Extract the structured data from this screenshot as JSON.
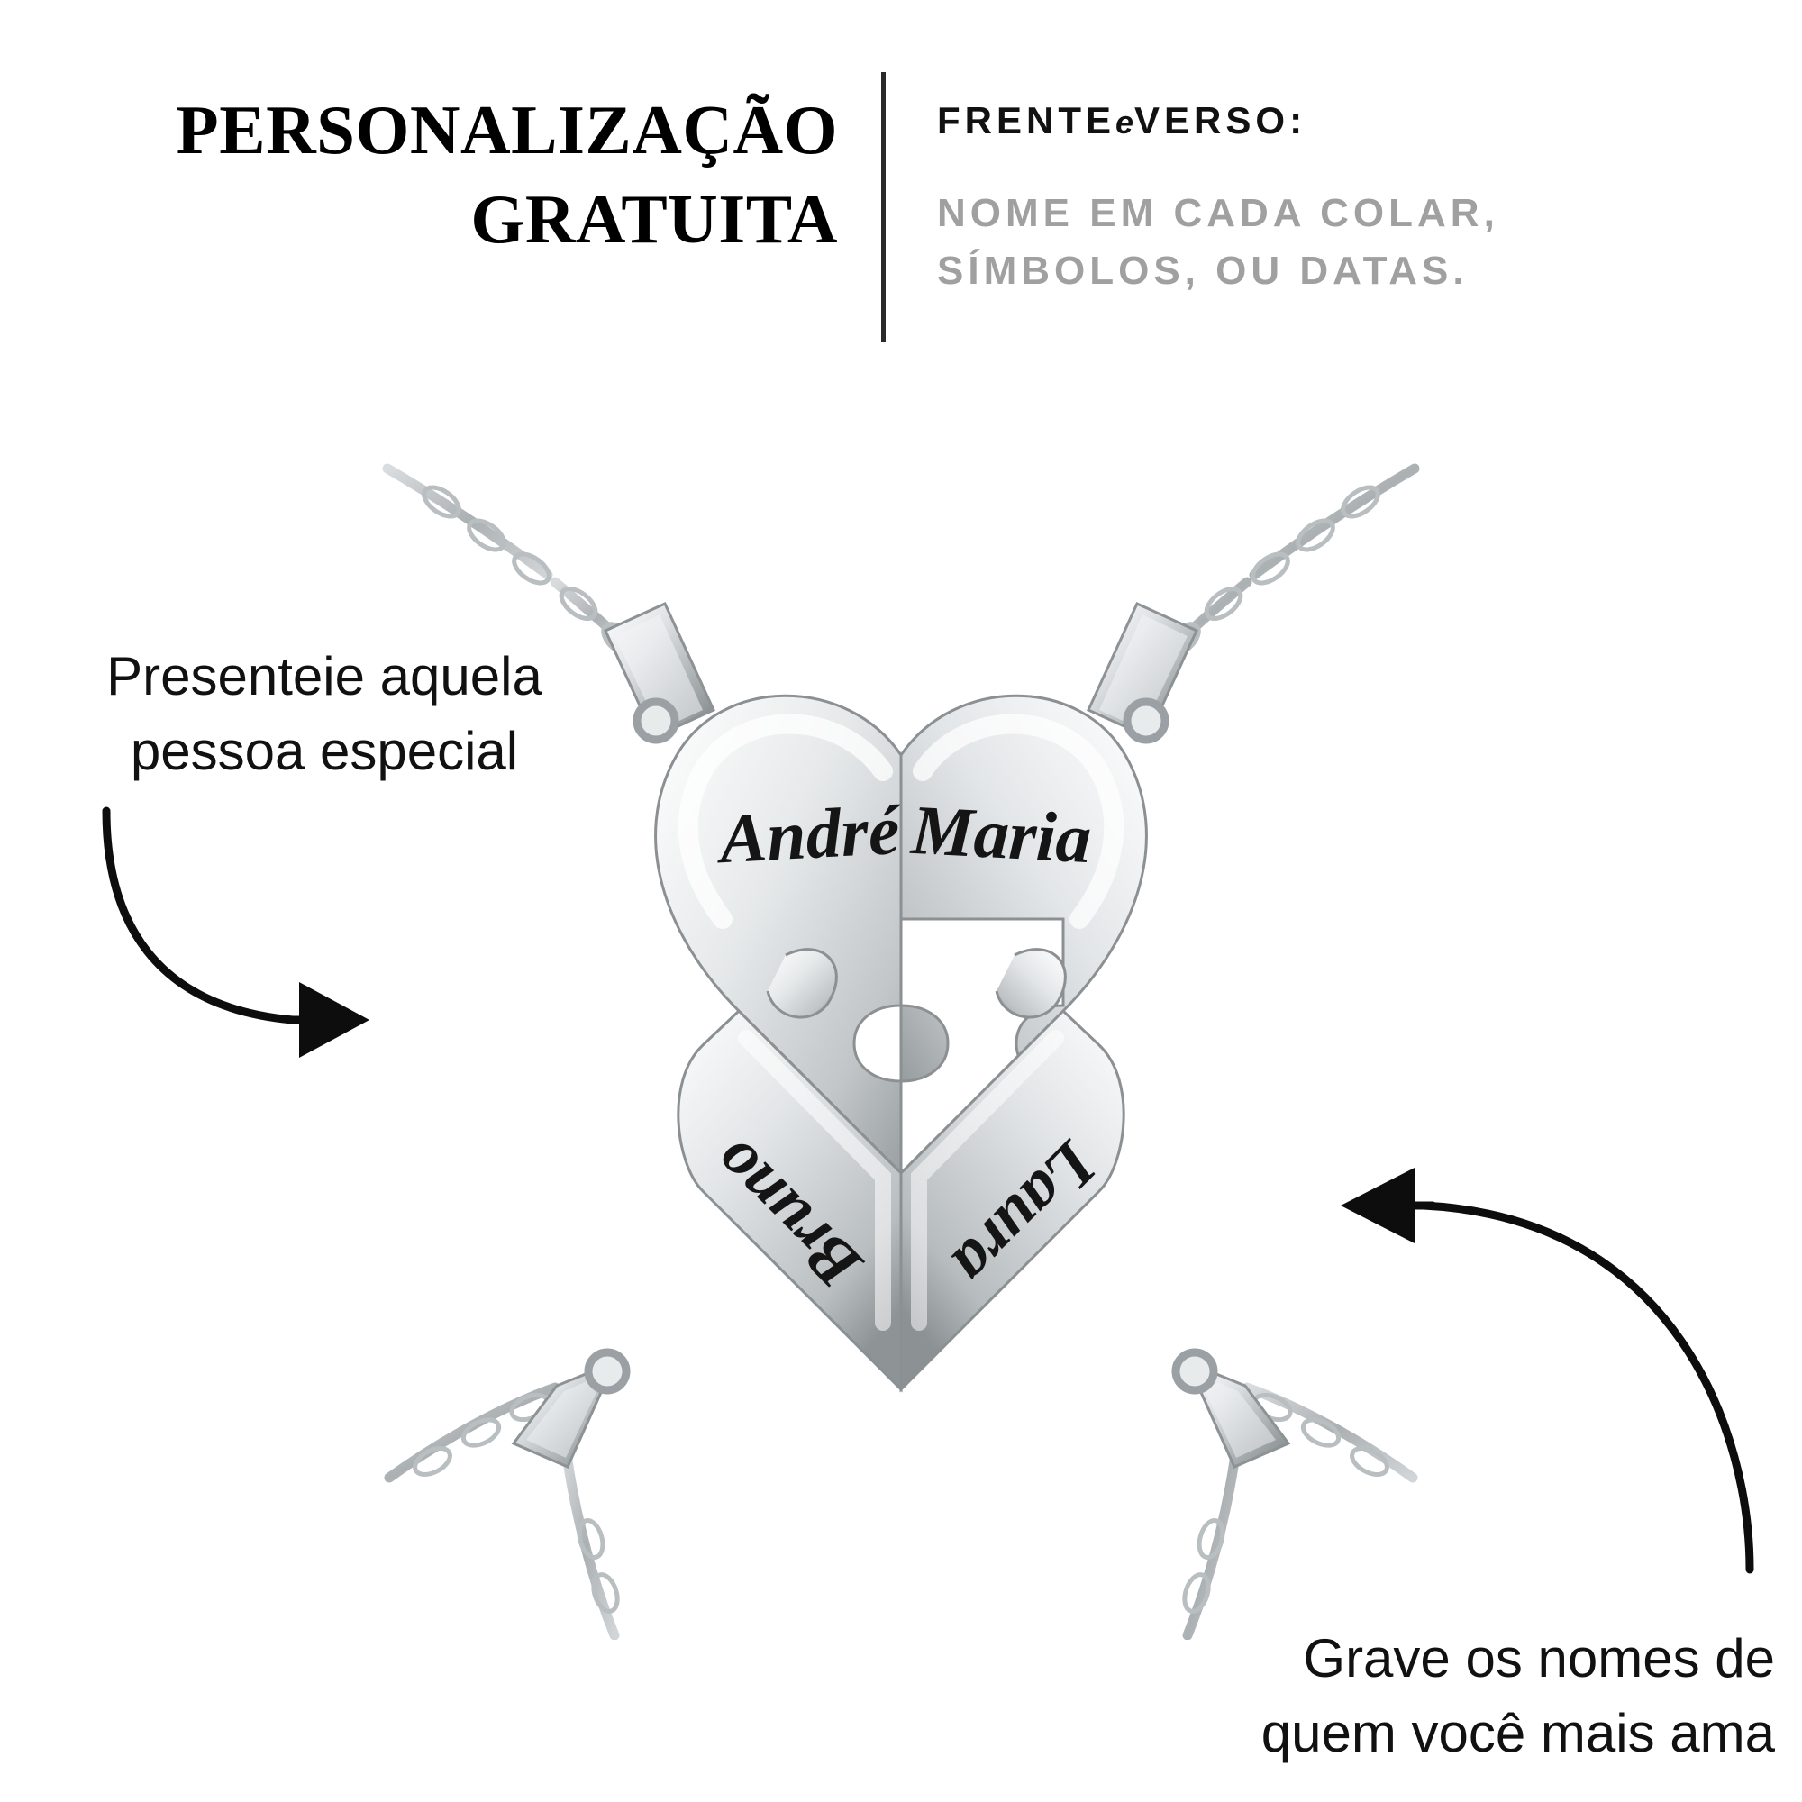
{
  "header": {
    "headline_line1": "PERSONALIZAÇÃO",
    "headline_line2": "GRATUITA",
    "divider": "vertical-rule",
    "frente_verso_pre": "FRENTE",
    "frente_verso_conj": "e",
    "frente_verso_post": "VERSO:",
    "subhead_line1": "NOME EM CADA COLAR,",
    "subhead_line2": "SÍMBOLOS, OU DATAS."
  },
  "annotations": {
    "left_line1": "Presenteie aquela",
    "left_line2": "pessoa especial",
    "right_line1": "Grave os nomes de",
    "right_line2": "quem você mais ama",
    "left_arrow": "curved-arrow-right-icon",
    "right_arrow": "curved-arrow-left-icon"
  },
  "product": {
    "name": "four-piece-puzzle-heart-necklace-set",
    "pieces": [
      {
        "id": "top-left",
        "engraving": "André",
        "orientation": "upright"
      },
      {
        "id": "top-right",
        "engraving": "Maria",
        "orientation": "upright"
      },
      {
        "id": "bottom-left",
        "engraving": "Bruno",
        "orientation": "inverted"
      },
      {
        "id": "bottom-right",
        "engraving": "Laura",
        "orientation": "inverted"
      }
    ],
    "chain_count": 4,
    "material_color": "#c9ccce"
  },
  "colors": {
    "text_dark": "#111111",
    "text_gray": "#a0a0a0",
    "background": "#ffffff",
    "metal_light": "#ffffff",
    "metal_mid": "#d2d5d7",
    "metal_dark": "#8f9497",
    "engrave": "#151515"
  }
}
